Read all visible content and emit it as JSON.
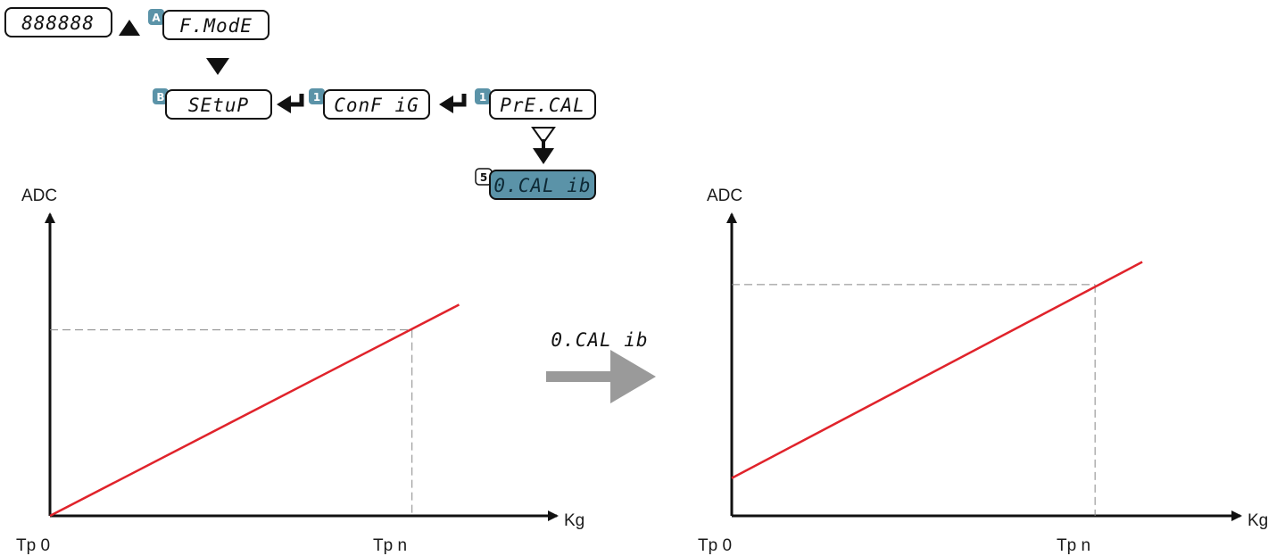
{
  "menu": {
    "display": {
      "text": "888888"
    },
    "fmode": {
      "badge": "A",
      "text": "F.ModE"
    },
    "setup": {
      "badge": "B",
      "text": "SEtuP"
    },
    "config": {
      "badge": "1",
      "text": "ConF iG"
    },
    "precal": {
      "badge": "1",
      "text": "PrE.CAL"
    },
    "ocalib": {
      "badge": "5",
      "text": "0.CAL ib"
    }
  },
  "transition": {
    "label": "0.CAL ib"
  },
  "colors": {
    "line": "#e0232b",
    "badge": "#5b93a8",
    "active_box": "#5b93a8",
    "arrow": "#9a9a9a",
    "guide": "#888888"
  },
  "chart_data": [
    {
      "type": "line",
      "xlabel": "Kg",
      "ylabel": "ADC",
      "tick_labels": [
        "Tp 0",
        "Tp n"
      ],
      "series": [
        {
          "x": [
            0,
            1.13
          ],
          "y": [
            0,
            0.84
          ]
        }
      ],
      "guide_point": {
        "x": 1.0,
        "y": 0.74
      },
      "xlim": [
        0,
        1.4
      ],
      "ylim": [
        0,
        1.2
      ],
      "grid": false
    },
    {
      "type": "line",
      "xlabel": "Kg",
      "ylabel": "ADC",
      "tick_labels": [
        "Tp 0",
        "Tp n"
      ],
      "series": [
        {
          "x": [
            0,
            1.13
          ],
          "y": [
            0.15,
            1.01
          ]
        }
      ],
      "guide_point": {
        "x": 1.0,
        "y": 0.92
      },
      "xlim": [
        0,
        1.4
      ],
      "ylim": [
        0,
        1.2
      ],
      "grid": false
    }
  ]
}
